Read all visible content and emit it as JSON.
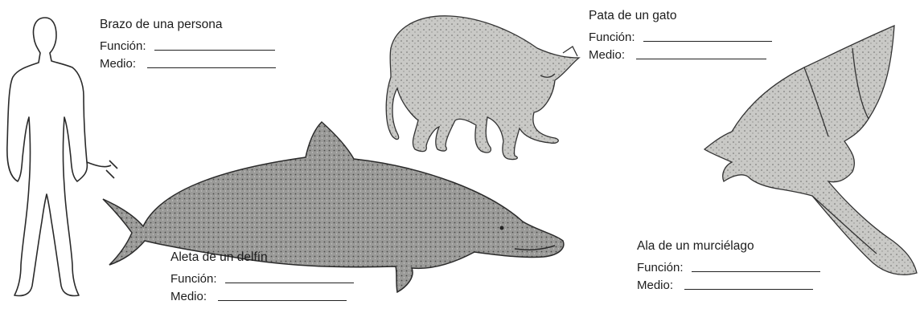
{
  "colors": {
    "ink": "#1c1c1c",
    "shade": "#8a8a88",
    "line": "#222222"
  },
  "illustrations": [
    {
      "name": "person",
      "icon": "human-outline-icon"
    },
    {
      "name": "cat",
      "icon": "cat-icon"
    },
    {
      "name": "dolphin",
      "icon": "dolphin-icon"
    },
    {
      "name": "bat",
      "icon": "bat-icon"
    }
  ],
  "labels": {
    "person": {
      "title": "Brazo de una persona",
      "function": "Función:",
      "medium": "Medio:"
    },
    "cat": {
      "title": "Pata de un gato",
      "function": "Función:",
      "medium": "Medio:"
    },
    "dolphin": {
      "title": "Aleta de un delfín",
      "function": "Función:",
      "medium": "Medio:"
    },
    "bat": {
      "title": "Ala de un murciélago",
      "function": "Función:",
      "medium": "Medio:"
    }
  }
}
